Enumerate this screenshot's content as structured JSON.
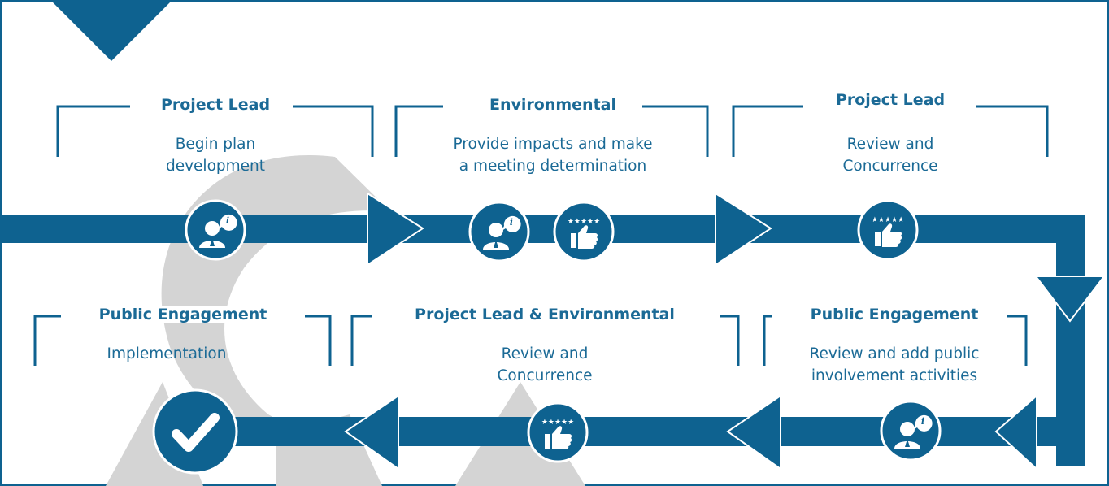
{
  "colors": {
    "primary": "#0e6290",
    "text": "#1b6a96",
    "swirl": "#d4d4d4",
    "background": "#ffffff"
  },
  "steps": [
    {
      "title": "Project Lead",
      "description": [
        "Begin plan",
        "development"
      ],
      "icons": [
        "person-info-icon"
      ]
    },
    {
      "title": "Environmental",
      "description": [
        "Provide impacts and make",
        "a meeting determination"
      ],
      "icons": [
        "person-info-icon",
        "thumbs-up-stars-icon"
      ]
    },
    {
      "title": "Project Lead",
      "description": [
        "Review and",
        "Concurrence"
      ],
      "icons": [
        "thumbs-up-stars-icon"
      ]
    },
    {
      "title": "Public Engagement",
      "description": [
        "Review and add public",
        "involvement activities"
      ],
      "icons": [
        "person-info-icon"
      ]
    },
    {
      "title": "Project Lead & Environmental",
      "description": [
        "Review and",
        "Concurrence"
      ],
      "icons": [
        "thumbs-up-stars-icon"
      ]
    },
    {
      "title": "Public Engagement",
      "description": [
        "Implementation"
      ],
      "icons": [
        "checkmark-icon"
      ]
    }
  ]
}
